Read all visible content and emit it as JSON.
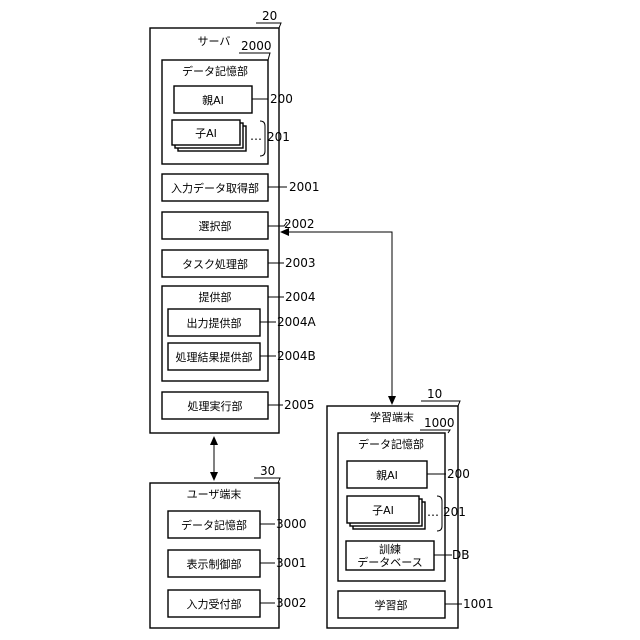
{
  "server": {
    "ref": "20",
    "title": "サーバ",
    "inner_ref": "2000",
    "storage_label": "データ記憶部",
    "parent_ai": "親AI",
    "parent_ai_ref": "200",
    "child_ai": "子AI",
    "child_ai_ref": "201",
    "ellipsis": "…",
    "input_data": "入力データ取得部",
    "input_data_ref": "2001",
    "selection": "選択部",
    "selection_ref": "2002",
    "task": "タスク処理部",
    "task_ref": "2003",
    "provide": "提供部",
    "provide_ref": "2004",
    "output_provide": "出力提供部",
    "output_provide_ref": "2004A",
    "result_provide": "処理結果提供部",
    "result_provide_ref": "2004B",
    "execute": "処理実行部",
    "execute_ref": "2005"
  },
  "user_terminal": {
    "ref": "30",
    "title": "ユーザ端末",
    "storage": "データ記憶部",
    "storage_ref": "3000",
    "display": "表示制御部",
    "display_ref": "3001",
    "input": "入力受付部",
    "input_ref": "3002"
  },
  "learning_terminal": {
    "ref": "10",
    "title": "学習端末",
    "inner_ref": "1000",
    "storage_label": "データ記憶部",
    "parent_ai": "親AI",
    "parent_ai_ref": "200",
    "child_ai": "子AI",
    "child_ai_ref": "201",
    "ellipsis": "…",
    "training_db_line1": "訓練",
    "training_db_line2": "データベース",
    "training_db_ref": "DB",
    "learning": "学習部",
    "learning_ref": "1001"
  }
}
